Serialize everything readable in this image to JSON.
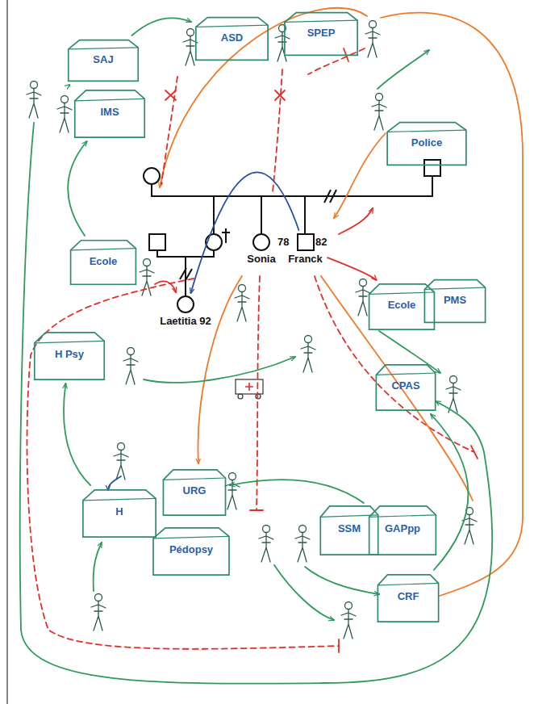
{
  "diagram": {
    "nodes": [
      {
        "text": [
          "SAJ"
        ]
      },
      {
        "text": [
          "ASD"
        ]
      },
      {
        "text": [
          "SPEP"
        ]
      },
      {
        "text": [
          "IMS"
        ]
      },
      {
        "text": [
          "Police"
        ]
      },
      {
        "text": [
          "Sonia"
        ]
      },
      {
        "text": [
          "Franck"
        ]
      },
      {
        "text": [
          "Laetitia 92"
        ]
      },
      {
        "text": [
          "Ecole"
        ]
      },
      {
        "text": [
          "Ecole"
        ]
      },
      {
        "text": [
          "PMS"
        ]
      },
      {
        "text": [
          "H Psy"
        ]
      },
      {
        "text": [
          "CPAS"
        ]
      },
      {
        "text": [
          "URG"
        ]
      },
      {
        "text": [
          "H"
        ]
      },
      {
        "text": [
          "Pédopsy"
        ]
      },
      {
        "text": [
          "SSM"
        ]
      },
      {
        "text": [
          "GAPpp"
        ]
      },
      {
        "text": [
          "CRF"
        ]
      }
    ],
    "edges": [
      {
        "from": 0,
        "to": 1,
        "arrow": "to"
      },
      {
        "from": 3,
        "to": 0,
        "arrow": "to"
      },
      {
        "from": 8,
        "to": 3,
        "arrow": "to"
      },
      {
        "from": 14,
        "to": 11,
        "arrow": "to"
      },
      {
        "from": 17,
        "to": 13,
        "arrow": "to"
      },
      {
        "from": 18,
        "to": 12,
        "arrow": "to"
      },
      {
        "from": 6,
        "to": 9,
        "arrow": "to"
      },
      {
        "from": 6,
        "to": 7,
        "arrow": "to"
      }
    ],
    "labels": [
      "78",
      "82"
    ]
  }
}
